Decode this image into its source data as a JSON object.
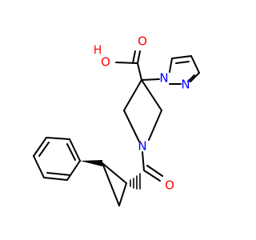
{
  "molecule": {
    "atoms": {
      "carboxyl_O_hydroxyl": "O",
      "carboxyl_H": "H",
      "carboxyl_O_carbonyl": "O",
      "pyrazole_N1": "N",
      "pyrazole_N2": "N",
      "piperidine_N": "N",
      "amide_O": "O"
    },
    "colors": {
      "bond": "#000000",
      "oxygen": "#ff0000",
      "nitrogen": "#0000ff"
    }
  }
}
